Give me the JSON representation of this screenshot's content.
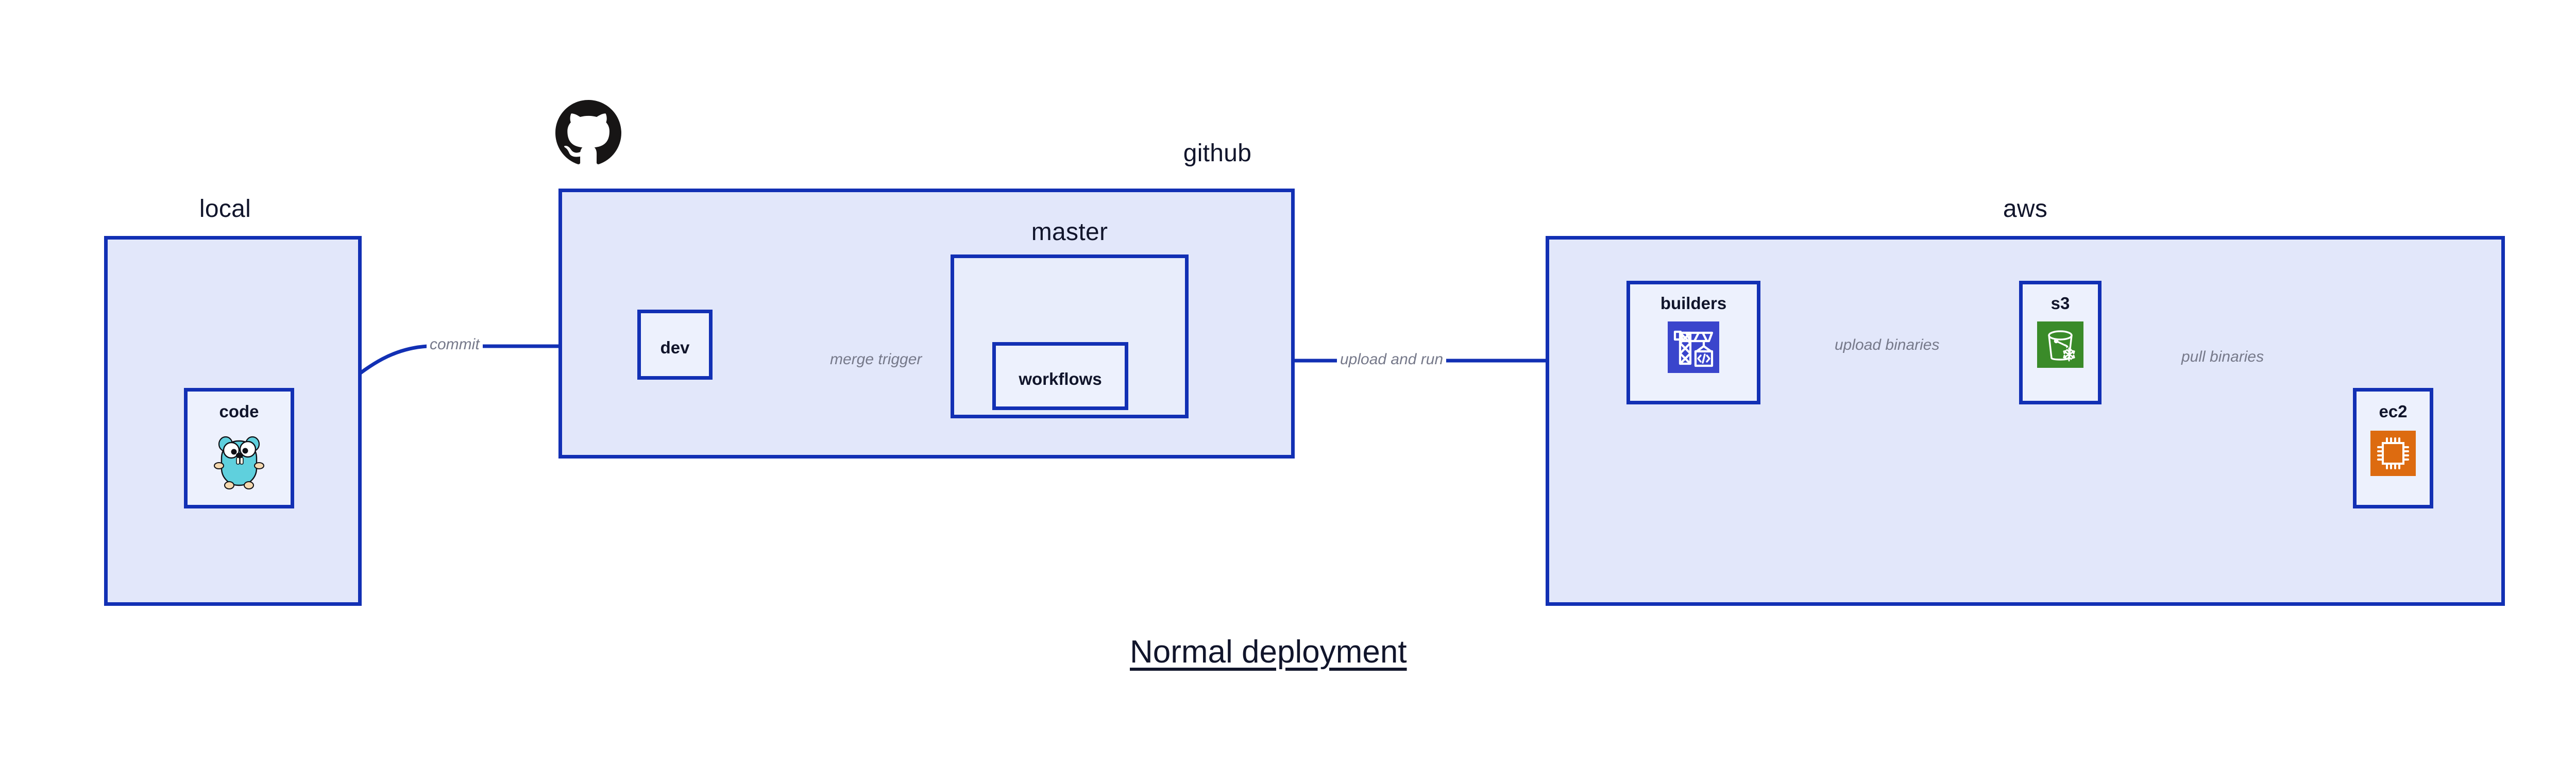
{
  "diagram": {
    "title": "Normal deployment",
    "accent_border": "#1230b4",
    "group_fill": "#e2e7fa",
    "mid_fill": "#e8edfb",
    "node_fill": "#edf1fd",
    "text_color": "#11152b",
    "edge_label_color": "#76798a",
    "background": "#ffffff"
  },
  "groups": [
    {
      "id": "local",
      "label": "local"
    },
    {
      "id": "github",
      "label": "github"
    },
    {
      "id": "aws",
      "label": "aws"
    }
  ],
  "containers": [
    {
      "id": "master",
      "label": "master"
    }
  ],
  "nodes": [
    {
      "id": "code",
      "label": "code",
      "icon": "go-gopher-icon",
      "group": "local"
    },
    {
      "id": "dev",
      "label": "dev",
      "icon": null,
      "group": "github"
    },
    {
      "id": "workflows",
      "label": "workflows",
      "icon": null,
      "group": "master"
    },
    {
      "id": "builders",
      "label": "builders",
      "icon": "aws-builders-icon",
      "group": "aws"
    },
    {
      "id": "s3",
      "label": "s3",
      "icon": "aws-s3-glacier-icon",
      "group": "aws"
    },
    {
      "id": "ec2",
      "label": "ec2",
      "icon": "aws-ec2-icon",
      "group": "aws"
    }
  ],
  "edges": [
    {
      "id": "commit",
      "from": "code",
      "to": "dev",
      "label": "commit"
    },
    {
      "id": "merge-trigger",
      "from": "dev",
      "to": "workflows",
      "label": "merge trigger"
    },
    {
      "id": "upload-and-run",
      "from": "workflows",
      "to": "builders",
      "label": "upload and run"
    },
    {
      "id": "upload-binaries",
      "from": "builders",
      "to": "s3",
      "label": "upload binaries"
    },
    {
      "id": "pull-binaries",
      "from": "s3",
      "to": "ec2",
      "label": "pull binaries"
    }
  ],
  "icons": {
    "github_mark": "github-octocat-icon",
    "gopher": "go-gopher-icon",
    "builders": "aws-builders-icon",
    "s3": "aws-s3-glacier-icon",
    "ec2": "aws-ec2-icon"
  },
  "icon_colors": {
    "builders_bg": "#3a45cc",
    "s3_bg": "#3a8b29",
    "ec2_bg": "#dd6b10",
    "gopher_body": "#5fd0dd",
    "github_mark": "#171515"
  }
}
